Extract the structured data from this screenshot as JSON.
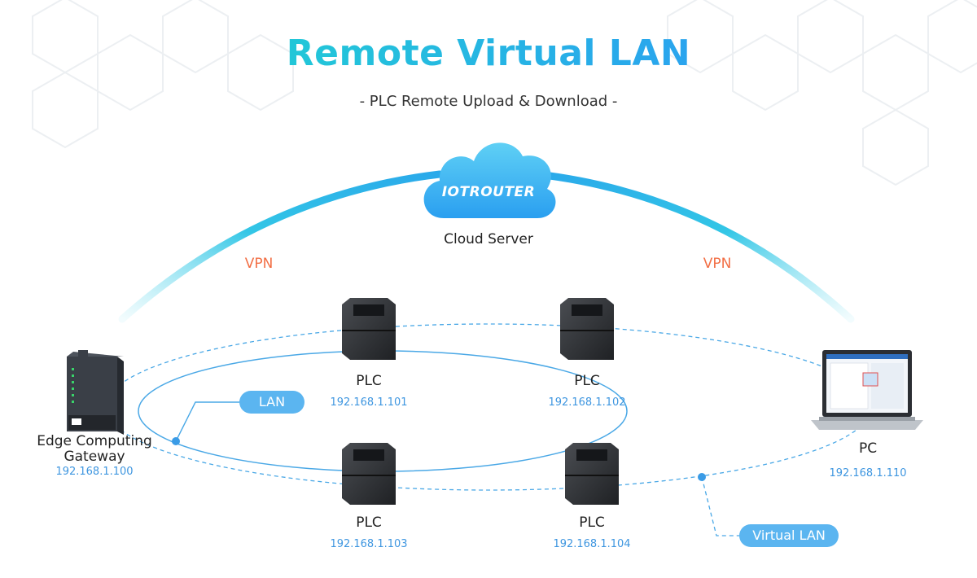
{
  "header": {
    "title": "Remote Virtual LAN",
    "subtitle": "-  PLC Remote Upload & Download  -"
  },
  "cloud": {
    "brand": "IOTROUTER",
    "label": "Cloud Server"
  },
  "vpn_labels": [
    "VPN",
    "VPN"
  ],
  "gateway": {
    "label_line1": "Edge Computing",
    "label_line2": "Gateway",
    "ip": "192.168.1.100"
  },
  "plcs": [
    {
      "label": "PLC",
      "ip": "192.168.1.101"
    },
    {
      "label": "PLC",
      "ip": "192.168.1.102"
    },
    {
      "label": "PLC",
      "ip": "192.168.1.103"
    },
    {
      "label": "PLC",
      "ip": "192.168.1.104"
    }
  ],
  "pc": {
    "label": "PC",
    "ip": "192.168.1.110"
  },
  "tags": {
    "lan": "LAN",
    "virtual_lan": "Virtual LAN"
  },
  "colors": {
    "accent": "#29b6e8",
    "vpn": "#f26f45",
    "ip": "#3e96e0",
    "pill": "#5bb5f0"
  }
}
